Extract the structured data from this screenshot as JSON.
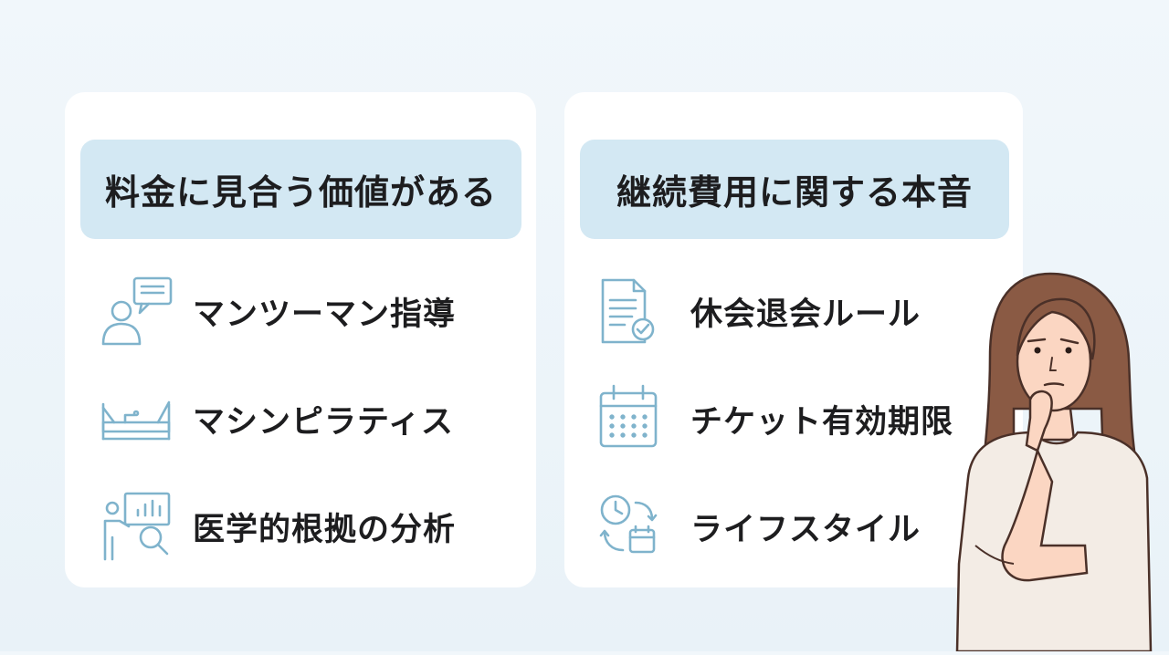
{
  "left_card": {
    "title": "料金に見合う価値がある",
    "items": [
      {
        "label": "マンツーマン指導",
        "icon": "person-chat-icon"
      },
      {
        "label": "マシンピラティス",
        "icon": "reformer-machine-icon"
      },
      {
        "label": "医学的根拠の分析",
        "icon": "analysis-presentation-icon"
      }
    ]
  },
  "right_card": {
    "title": "継続費用に関する本音",
    "items": [
      {
        "label": "休会退会ルール",
        "icon": "document-check-icon"
      },
      {
        "label": "チケット有効期限",
        "icon": "calendar-icon"
      },
      {
        "label": "ライフスタイル",
        "icon": "clock-calendar-cycle-icon"
      }
    ]
  },
  "colors": {
    "header_bg": "#d3e8f3",
    "icon_stroke": "#7fb3cc",
    "text": "#1d1d1f",
    "background": "#eef5fa"
  }
}
